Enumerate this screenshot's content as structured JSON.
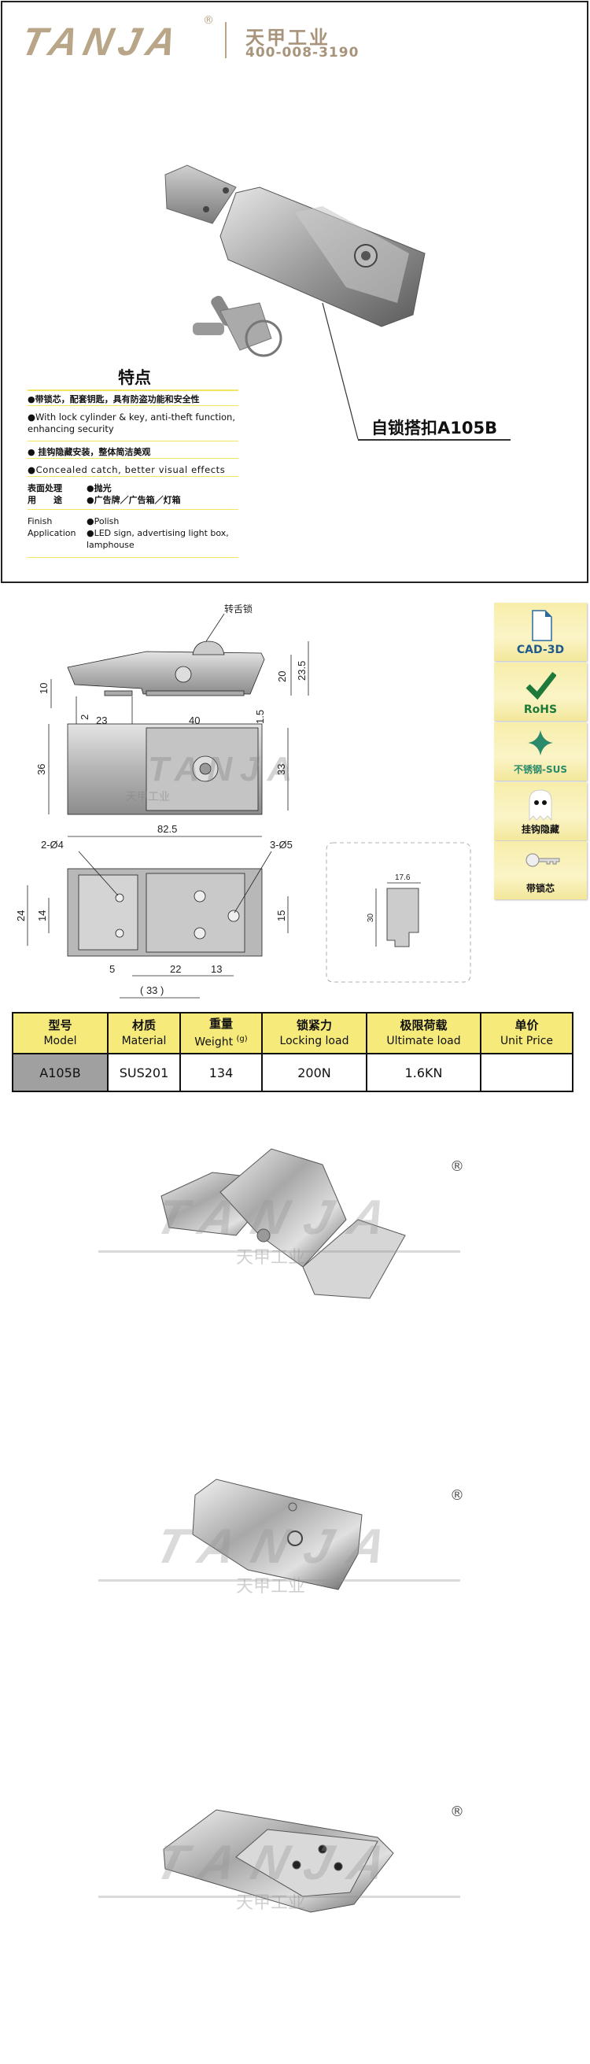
{
  "header": {
    "brand": "TANJA",
    "registered": "®",
    "brand_cn": "天甲工业",
    "phone": "400-008-3190"
  },
  "product_caption": "自锁搭扣A105B",
  "features": {
    "title": "特点",
    "items": [
      "●带锁芯，配套钥匙，具有防盗功能和安全性",
      "●With lock cylinder & key, anti-theft function, enhancing security",
      "● 挂钩隐藏安装，整体简洁美观",
      "●Concealed catch, better visual effects"
    ],
    "finish_cn": {
      "label1": "表面处理",
      "label2": "用　　途",
      "value1": "●抛光",
      "value2": "●广告牌／广告箱／灯箱"
    },
    "finish_en": {
      "label1": "Finish",
      "label2": "Application",
      "value1": "●Polish",
      "value2": "●LED sign, advertising light box, lamphouse"
    }
  },
  "drawing": {
    "callout": "转舌锁",
    "side": {
      "d10": "10",
      "d2": "2",
      "d23": "23",
      "d40": "40",
      "d1_5": "1.5",
      "d20": "20",
      "d23_5": "23.5"
    },
    "top": {
      "d36": "36",
      "d33": "33",
      "d82_5": "82.5"
    },
    "bottom": {
      "holes_small": "2-Ø4",
      "holes_large": "3-Ø5",
      "d24": "24",
      "d14": "14",
      "d15": "15",
      "d5": "5",
      "d22": "22",
      "d13": "13",
      "d33": "( 33 )"
    },
    "profile": {
      "w": "17.6",
      "h": "30"
    },
    "watermark": "TANJA",
    "watermark_cn": "天甲工业"
  },
  "badges": [
    {
      "label": "CAD-3D",
      "icon": "document-icon",
      "color": "#1f5a8a"
    },
    {
      "label": "RoHS",
      "icon": "checkmark-icon",
      "color": "#1d7a3a"
    },
    {
      "label": "不锈钢-SUS",
      "icon": "sparkle-icon",
      "color": "#2a8a6a"
    },
    {
      "label": "挂钩隐藏",
      "icon": "ghost-icon",
      "color": "#222222"
    },
    {
      "label": "带锁芯",
      "icon": "key-icon",
      "color": "#222222"
    }
  ],
  "spec_table": {
    "headers": [
      {
        "cn": "型号",
        "en": "Model"
      },
      {
        "cn": "材质",
        "en": "Material"
      },
      {
        "cn": "重量",
        "en": "Weight",
        "unit": "(g)"
      },
      {
        "cn": "锁紧力",
        "en": "Locking load"
      },
      {
        "cn": "极限荷载",
        "en": "Ultimate load"
      },
      {
        "cn": "单价",
        "en": "Unit Price"
      }
    ],
    "row": {
      "model": "A105B",
      "material": "SUS201",
      "weight": "134",
      "locking_load": "200N",
      "ultimate_load": "1.6KN",
      "unit_price": ""
    }
  },
  "photos": {
    "watermark": "TANJA",
    "watermark_cn": "天甲工业",
    "registered": "®"
  }
}
